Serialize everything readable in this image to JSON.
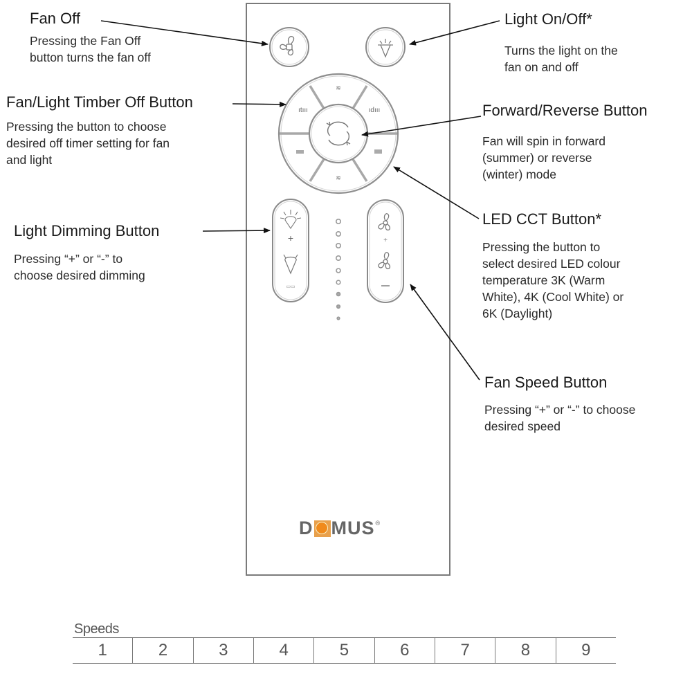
{
  "annotations": {
    "fan_off": {
      "title": "Fan Off",
      "description": "Pressing the Fan Off\nbutton turns the fan off"
    },
    "light_on_off": {
      "title": "Light On/Off*",
      "description": "Turns the light on the\nfan on and off"
    },
    "timer_off": {
      "title": "Fan/Light Timber Off Button",
      "description": "Pressing the button to choose\ndesired off timer setting for fan\nand light"
    },
    "forward_reverse": {
      "title": "Forward/Reverse Button",
      "description": "Fan will spin in forward\n(summer) or reverse\n(winter) mode"
    },
    "light_dimming": {
      "title": "Light Dimming Button",
      "description": "Pressing “+” or “-” to\nchoose desired dimming"
    },
    "led_cct": {
      "title": "LED CCT Button*",
      "description": "Pressing the button to\nselect desired LED colour\ntemperature 3K (Warm\nWhite), 4K (Cool White) or\n6K (Daylight)"
    },
    "fan_speed": {
      "title": "Fan Speed Button",
      "description": "Pressing “+” or “-” to choose\ndesired speed"
    }
  },
  "remote": {
    "buttons": {
      "fan_off_icon": "fan-icon",
      "light_icon": "light-bulb-icon",
      "center_icon": "forward-reverse-arrows-icon",
      "dimming_plus": "+",
      "fan_speed_minus": "—",
      "fan_speed_plus": "+"
    },
    "indicator_dots": 9,
    "logo": {
      "text_before": "D",
      "text_after": "MUS",
      "registered": "®",
      "brand_color": "#f08a1c",
      "text_color": "#666666"
    }
  },
  "speeds": {
    "label": "Speeds",
    "values": [
      "1",
      "2",
      "3",
      "4",
      "5",
      "6",
      "7",
      "8",
      "9"
    ]
  }
}
